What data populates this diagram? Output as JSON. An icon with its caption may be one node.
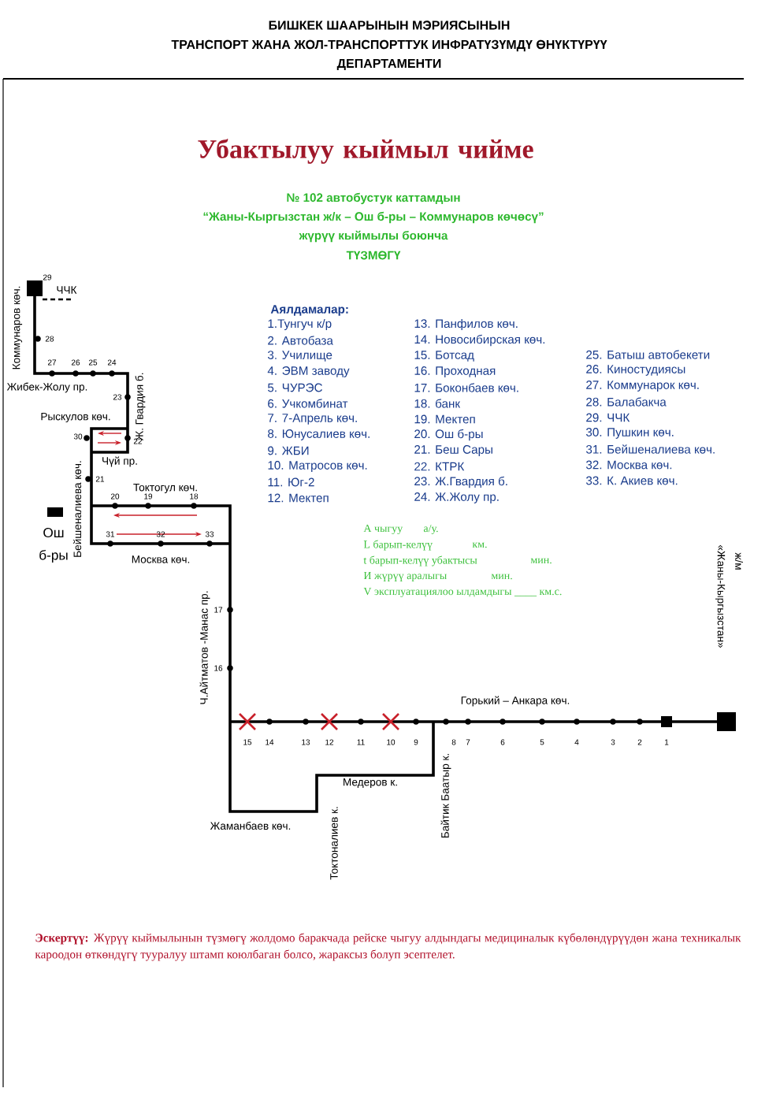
{
  "diagram": {
    "title": "Убактылуу кыймыл чийме",
    "labels": [
      "БИШКЕК ШААРЫНЫН МЭРИЯСЫНЫН",
      "ТРАНСПОРТ ЖАНА ЖОЛ-ТРАНСПОРТТУК ИНФРАТҮЗҮМДҮ ӨНҮКТҮРҮҮ",
      "ДЕПАРТАМЕНТИ",
      "№ 102 автобустук каттамдын",
      "“Жаны-Кыргызстан ж/к – Ош б-ры – Коммунаров көчөсү”",
      "жүрүү кыймылы боюнча",
      "ТҮЗМӨГҮ",
      "Аялдамалар:",
      "1.Тунгуч к/р",
      "2. Автобаза",
      "3. Училище",
      "4. ЭВМ заводу",
      "5. ЧУРЭС",
      "6. Учкомбинат",
      "7. 7-Апрель көч.",
      "8. Юнусалиев көч.",
      "9. ЖБИ",
      "10. Матросов көч.",
      "11. Юг-2",
      "12. Мектеп",
      "13. Панфилов көч.",
      "14. Новосибирская көч.",
      "15. Ботсад",
      "16. Проходная",
      "17. Боконбаев көч.",
      "18. банк",
      "19. Мектеп",
      "20. Ош б-ры",
      "21. Беш Сары",
      "22. КТРК",
      "23. Ж.Гвардия б.",
      "24. Ж.Жолу пр.",
      "25. Батыш автобекети",
      "26. Киностудиясы",
      "27. Коммунарок көч.",
      "28. Балабакча",
      "29. ЧЧК",
      "30. Пушкин көч.",
      "31. Бейшеналиева көч.",
      "32. Москва көч.",
      "33. К. Акиев көч.",
      "29",
      "ЧЧК",
      "Коммунаров көч.",
      "28",
      "27",
      "26",
      "25",
      "24",
      "Жибек-Жолу пр.",
      "23",
      "Ж. Гвардия б.",
      "Рыскулов көч.",
      "30",
      "22",
      "Чүй пр.",
      "21",
      "Бейшеналиева көч.",
      "Токтогул көч.",
      "20",
      "19",
      "18",
      "31",
      "32",
      "33",
      "Москва көч.",
      "Ош",
      "б-ры",
      "17",
      "16",
      "Ч.Айтматов -Манас пр.",
      "Горький – Анкара көч.",
      "ж/м",
      "«Жаны-Кыргызстан»",
      "15",
      "14",
      "13",
      "12",
      "11",
      "10",
      "9",
      "8",
      "7",
      "6",
      "5",
      "4",
      "3",
      "2",
      "1",
      "Медеров к.",
      "Жаманбаев көч.",
      "Токтоналиев к.",
      "Байтик Баатыр к.",
      "А чыгуу",
      "а/у.",
      "L барып-келүү",
      "км.",
      "t барып-келүү убактысы",
      "мин.",
      "И жүрүү аралыгы",
      "мин.",
      "V эксплуатациялоо ылдамдыгы ____ км.с.",
      "**Эскертүү:** Жүрүү кыймылынын түзмөгү жолдомо баракчада рейске чыгуу алдындагы медициналык күбөлөндүрүүдөн жана техникалык кароодон өткөндүгү тууралуу штамп коюлбаган болсо, жараксыз болуп эсептелет."
    ]
  }
}
